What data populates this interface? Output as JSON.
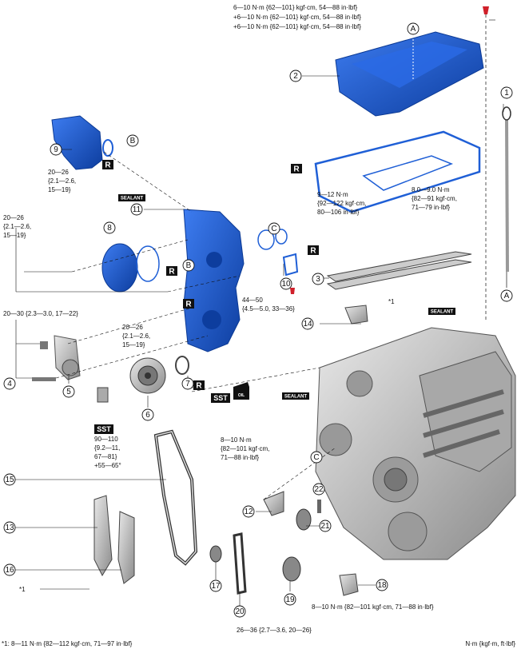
{
  "torque_specs": {
    "cover_line1": "6—10 N·m {62—101} kgf·cm, 54—88 in·lbf}",
    "cover_line2": "+6—10 N·m {62—101} kgf·cm, 54—88 in·lbf}",
    "cover_line3": "+6—10 N·m {62—101} kgf·cm, 54—88 in·lbf}",
    "pump_line1": "20—26",
    "pump_line2": "{2.1—2.6,",
    "pump_line3": "15—19}",
    "left_line1": "20—26",
    "left_line2": "{2.1—2.6,",
    "left_line3": "15—19}",
    "tensioner": "20—30 {2.3—3.0, 17—22}",
    "chain_cover_line1": "20—26",
    "chain_cover_line2": "{2.1—2.6,",
    "chain_cover_line3": "15—19}",
    "chain_cover_right_line1": "44—50",
    "chain_cover_right_line2": "{4.5—5.0, 33—36}",
    "harness_a_line1": "9—12 N·m",
    "harness_a_line2": "{92—122 kgf·cm,",
    "harness_a_line3": "80—106 in·lbf}",
    "harness_b_line1": "8.0—9.0 N·m",
    "harness_b_line2": "{82—91 kgf·cm,",
    "harness_b_line3": "71—79 in·lbf}",
    "pulley_line1": "90—110",
    "pulley_line2": "{9.2—11,",
    "pulley_line3": "67—81}",
    "pulley_line4": "+55—65°",
    "guide_line1": "8—10 N·m",
    "guide_line2": "{82—101 kgf·cm,",
    "guide_line3": "71—88 in·lbf}",
    "sprocket": "26—36 {2.7—3.6, 20—26}",
    "bracket": "8—10 N·m {82—101 kgf·cm, 71—88 in·lbf}",
    "star1_label": "*1",
    "star1b_label": "*1"
  },
  "footnotes": {
    "left": "*1: 8—11 N·m {82—112 kgf·cm, 71—97 in·lbf}",
    "right": "N·m {kgf·m, ft·lbf}"
  },
  "tags": {
    "r": "R",
    "sst": "SST",
    "sealant": "SEALANT",
    "oil": "OIL"
  },
  "letters": {
    "a": "A",
    "b": "B",
    "c": "C"
  },
  "callouts": [
    "1",
    "2",
    "3",
    "4",
    "5",
    "6",
    "7",
    "8",
    "9",
    "10",
    "11",
    "12",
    "13",
    "14",
    "15",
    "16",
    "17",
    "18",
    "19",
    "20",
    "21",
    "22"
  ],
  "colors": {
    "part_blue": "#1f5fd6",
    "part_blue_dark": "#0c3a94",
    "engine_gray": "#b9b9b9",
    "line": "#111111"
  }
}
